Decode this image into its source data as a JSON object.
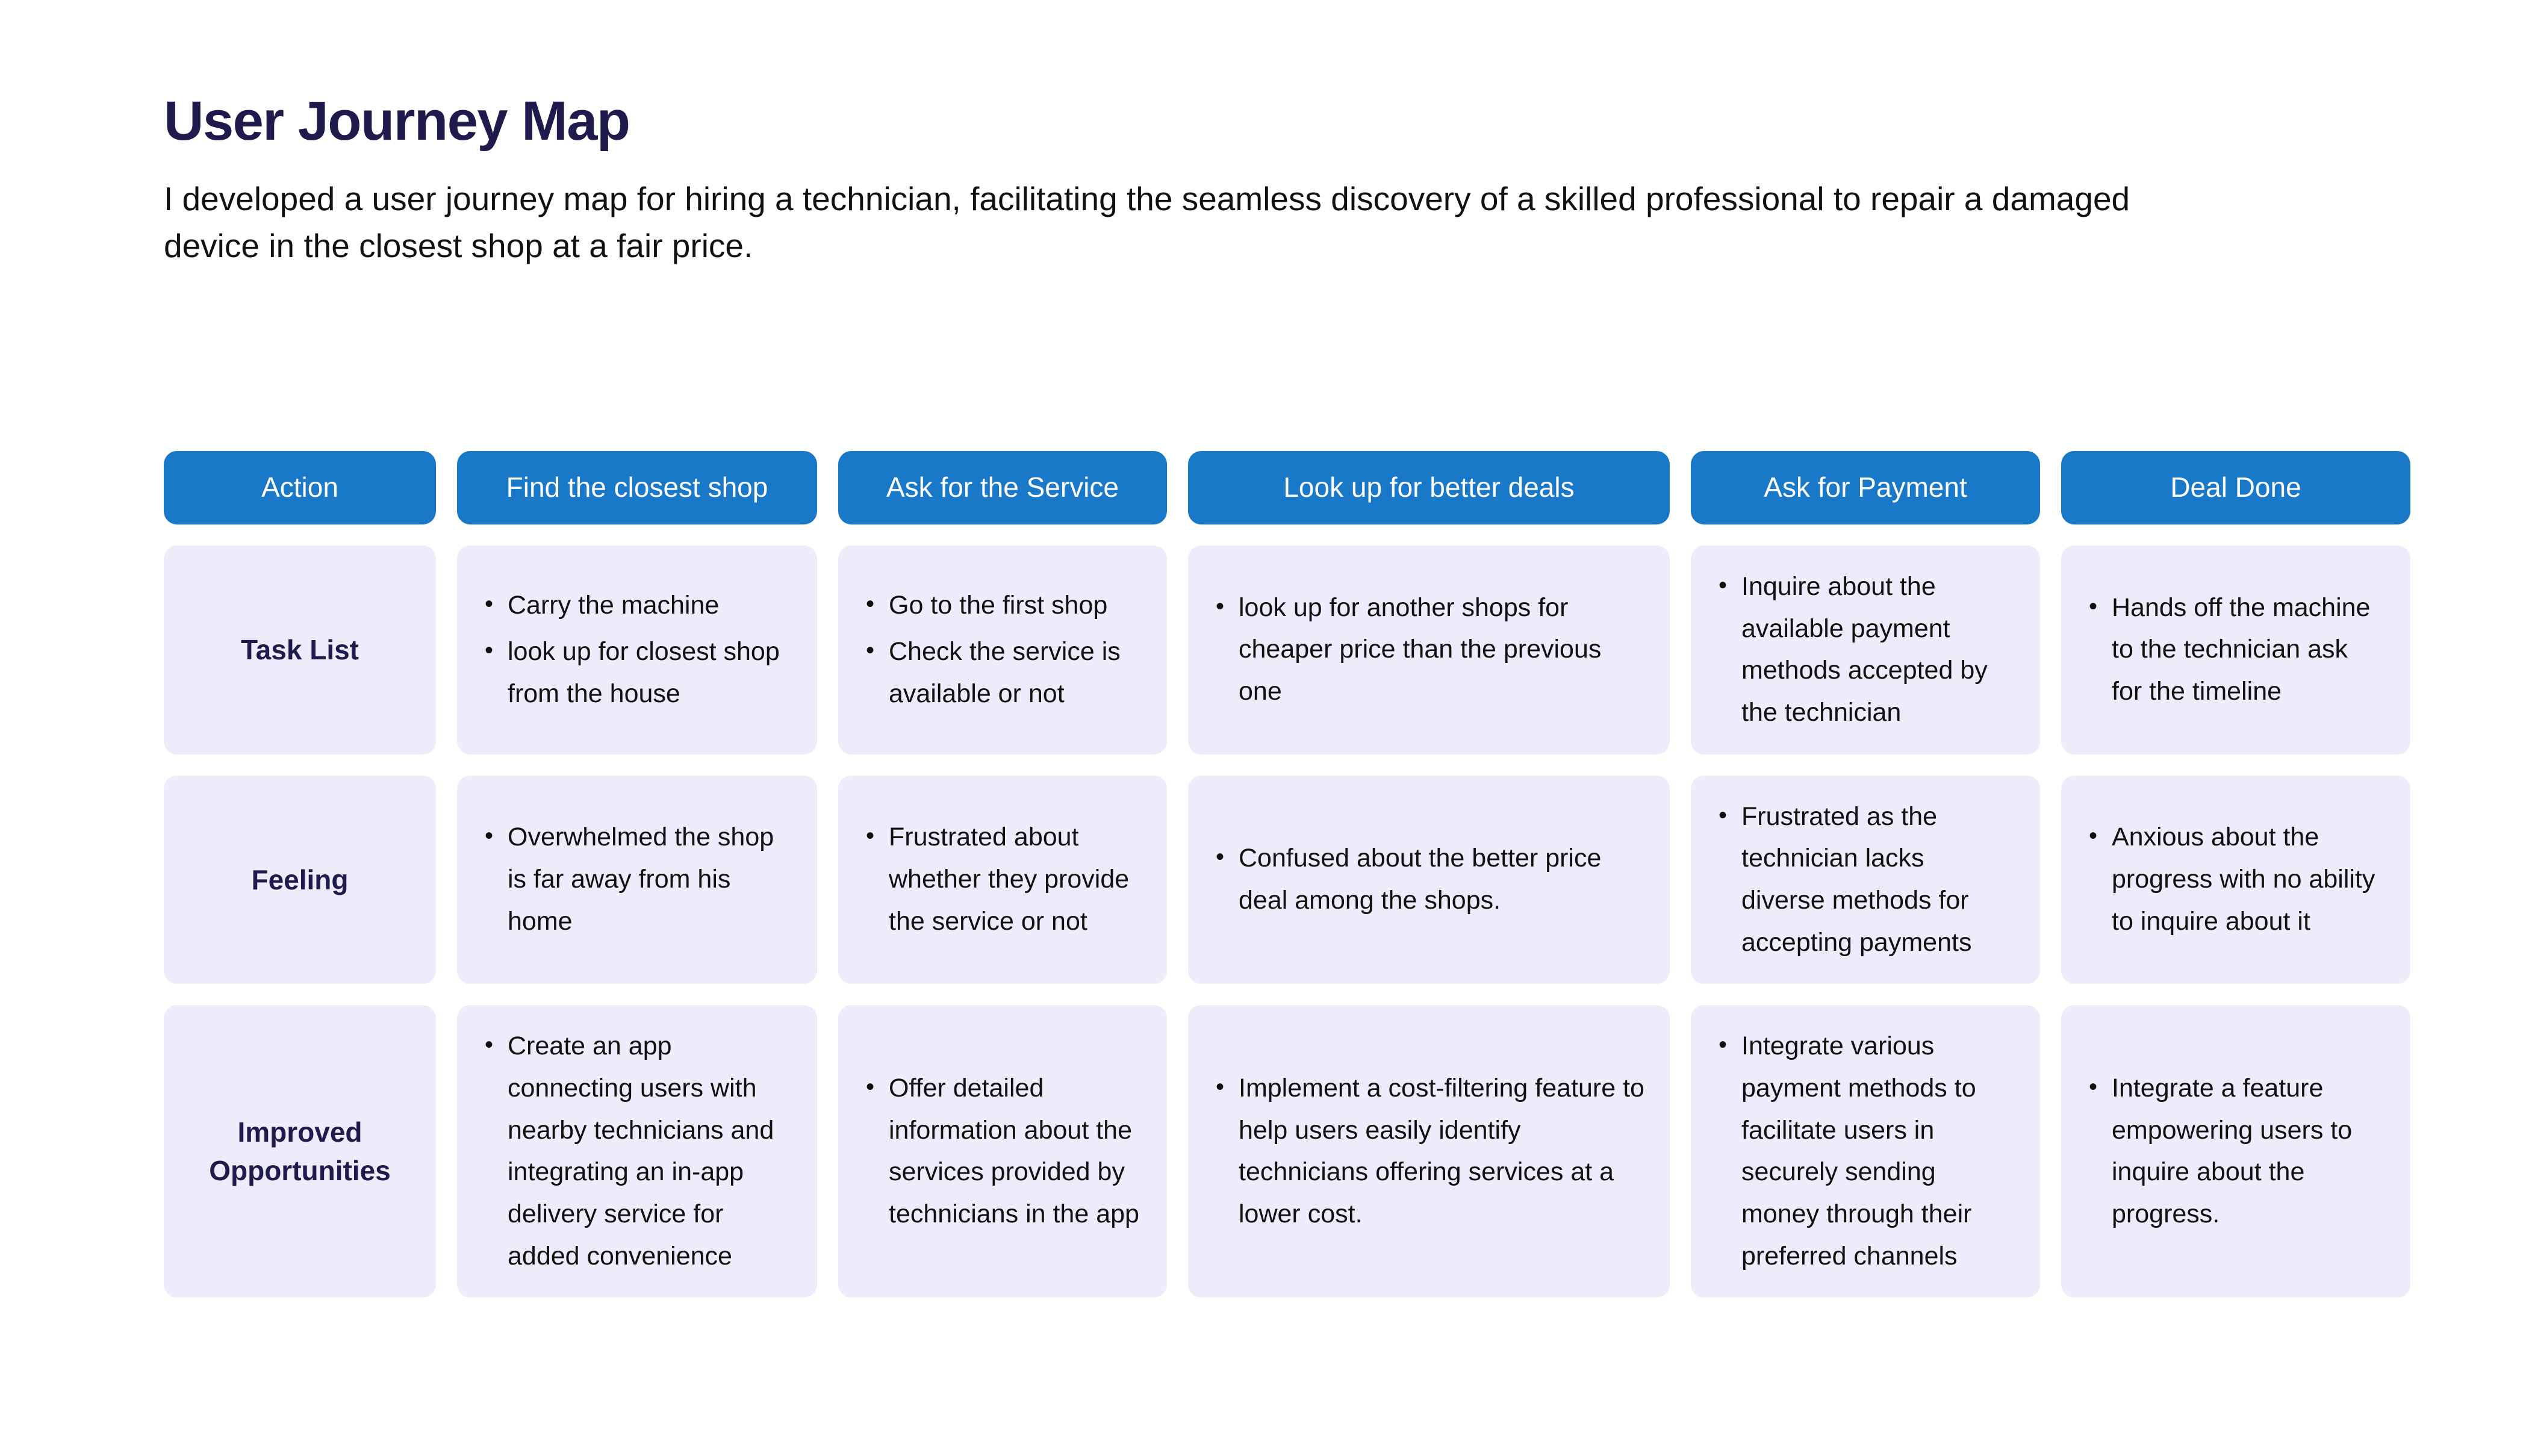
{
  "header": {
    "title": "User Journey Map",
    "subtitle": "I developed a user journey map for hiring a technician, facilitating the seamless discovery of a skilled professional to repair a damaged device in the closest shop at a fair price."
  },
  "colors": {
    "stage_blue": "#1a78c8",
    "cell_lavender": "#eeecfa",
    "heading_navy": "#1f1b4d",
    "body_text": "#111111",
    "page_background": "#ffffff"
  },
  "journey_map": {
    "stages": [
      {
        "label": "Action"
      },
      {
        "label": "Find the closest shop"
      },
      {
        "label": "Ask for the Service"
      },
      {
        "label": "Look up for better deals"
      },
      {
        "label": "Ask for Payment"
      },
      {
        "label": "Deal Done"
      }
    ],
    "rows": [
      {
        "label": "Task List",
        "cells": [
          [
            "Carry the machine",
            "look up for closest shop from the house"
          ],
          [
            "Go to the first shop",
            "Check the service is available or not"
          ],
          [
            "look up for another shops for cheaper price than the previous one"
          ],
          [
            "Inquire about the available payment methods accepted by the technician"
          ],
          [
            "Hands off the machine to the technician ask for the timeline"
          ]
        ]
      },
      {
        "label": "Feeling",
        "cells": [
          [
            "Overwhelmed the shop is far away from his home"
          ],
          [
            "Frustrated about whether they provide the service or not"
          ],
          [
            "Confused about the better price deal among the shops."
          ],
          [
            "Frustrated as the technician lacks diverse methods for accepting payments"
          ],
          [
            "Anxious about the progress with no ability to inquire about it"
          ]
        ]
      },
      {
        "label": "Improved Opportunities",
        "cells": [
          [
            "Create an app connecting users with nearby technicians and integrating an in-app delivery service for added convenience"
          ],
          [
            "Offer detailed information about the services provided by technicians in the app"
          ],
          [
            "Implement a cost-filtering feature to help users easily identify technicians offering services at a lower cost."
          ],
          [
            "Integrate various payment methods to facilitate users in securely sending money through their preferred channels"
          ],
          [
            "Integrate a feature empowering users to inquire about the progress."
          ]
        ]
      }
    ]
  }
}
